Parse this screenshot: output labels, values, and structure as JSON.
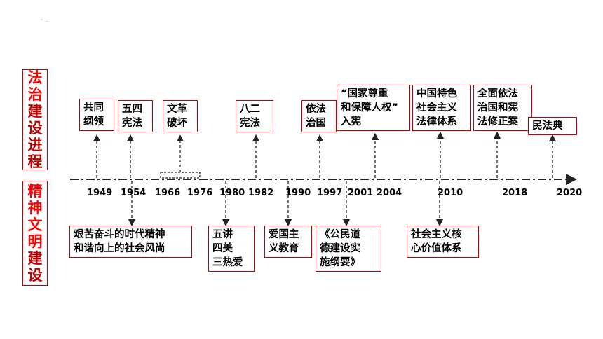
{
  "side_labels": {
    "rule_of_law": [
      "法",
      "治",
      "建",
      "设",
      "进",
      "程"
    ],
    "spiritual": [
      "精",
      "神",
      "文",
      "明",
      "建",
      "设"
    ]
  },
  "years": [
    "1949",
    "1954",
    "1966",
    "1976",
    "1980",
    "1982",
    "1990",
    "1997",
    "2001",
    "2004",
    "2010",
    "2018",
    "2020"
  ],
  "top_boxes": [
    {
      "lines": [
        "共同",
        "纲领"
      ]
    },
    {
      "lines": [
        "五四",
        "宪法"
      ]
    },
    {
      "lines": [
        "文革",
        "破坏"
      ]
    },
    {
      "lines": [
        "八二",
        "宪法"
      ]
    },
    {
      "lines": [
        "依法",
        "治国"
      ]
    },
    {
      "lines": [
        "“国家尊重",
        "和保障人权”",
        "入宪"
      ]
    },
    {
      "lines": [
        "中国特色",
        "社会主义",
        "法律体系"
      ]
    },
    {
      "lines": [
        "全面依法",
        "治国和宪",
        "法修正案"
      ]
    },
    {
      "lines": [
        "民法典"
      ]
    }
  ],
  "bottom_boxes": [
    {
      "lines": [
        "艰苦奋斗的时代精神",
        "和谐向上的社会风尚"
      ]
    },
    {
      "lines": [
        "五讲",
        "四美",
        "三热爱"
      ]
    },
    {
      "lines": [
        "爱国主",
        "义教育"
      ]
    },
    {
      "lines": [
        "《公民道",
        "德建设实",
        "施纲要》"
      ]
    },
    {
      "lines": [
        "社会主义核",
        "心价值体系"
      ]
    }
  ],
  "colors": {
    "rule_of_law": "#c00000",
    "spiritual": "#ff0000",
    "border": "#c00000",
    "line": "#222222"
  }
}
